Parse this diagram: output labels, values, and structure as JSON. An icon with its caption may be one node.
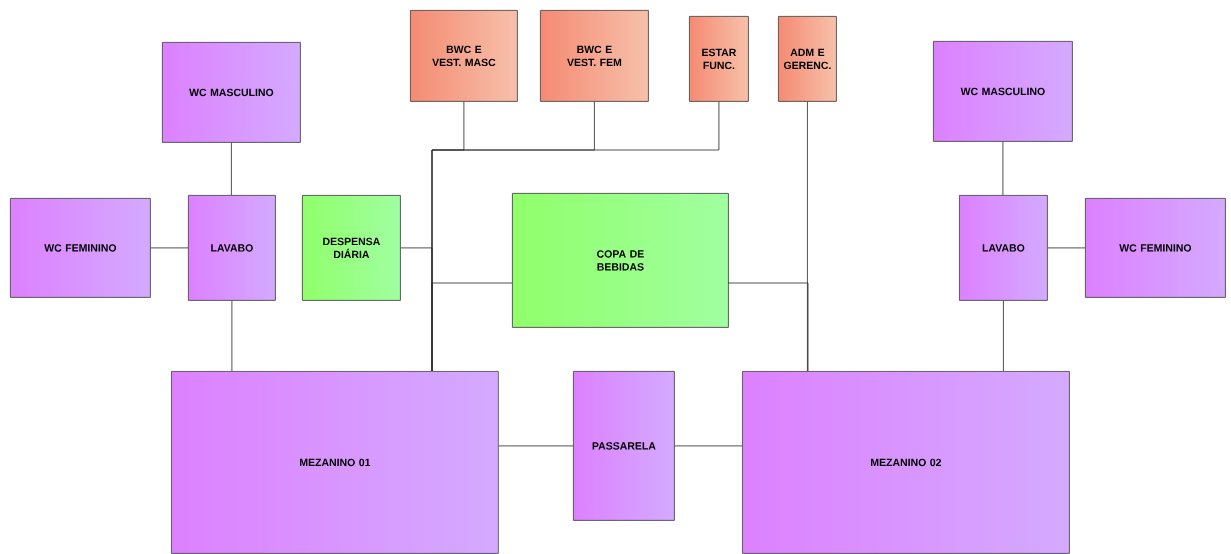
{
  "diagram": {
    "nodes": [
      {
        "text": [
          "WC MASCULINO"
        ]
      },
      {
        "text": [
          "WC FEMININO"
        ]
      },
      {
        "text": [
          "LAVABO"
        ]
      },
      {
        "text": [
          "BWC E VEST. MASC"
        ]
      },
      {
        "text": [
          "BWC E VEST. FEM"
        ]
      },
      {
        "text": [
          "ESTAR FUNC."
        ]
      },
      {
        "text": [
          "ADM E GERENC."
        ]
      },
      {
        "text": [
          "WC MASCULINO"
        ]
      },
      {
        "text": [
          "DESPENSA DIÁRIA"
        ]
      },
      {
        "text": [
          "COPA DE BEBIDAS"
        ]
      },
      {
        "text": [
          "LAVABO"
        ]
      },
      {
        "text": [
          "WC FEMININO"
        ]
      },
      {
        "text": [
          "MEZANINO 01"
        ]
      },
      {
        "text": [
          "PASSARELA"
        ]
      },
      {
        "text": [
          "MEZANINO 02"
        ]
      }
    ],
    "edges": [
      {
        "from": 0,
        "to": 2,
        "arrow": "none"
      },
      {
        "from": 1,
        "to": 2,
        "arrow": "none"
      },
      {
        "from": 2,
        "to": 12,
        "arrow": "none"
      },
      {
        "from": 3,
        "to": 12,
        "arrow": "none"
      },
      {
        "from": 4,
        "to": 12,
        "arrow": "none"
      },
      {
        "from": 5,
        "to": 12,
        "arrow": "none"
      },
      {
        "from": 6,
        "to": 14,
        "arrow": "none"
      },
      {
        "from": 8,
        "to": 12,
        "arrow": "none"
      },
      {
        "from": 9,
        "to": 12,
        "arrow": "none"
      },
      {
        "from": 9,
        "to": 14,
        "arrow": "none"
      },
      {
        "from": 7,
        "to": 10,
        "arrow": "none"
      },
      {
        "from": 10,
        "to": 11,
        "arrow": "none"
      },
      {
        "from": 10,
        "to": 14,
        "arrow": "none"
      },
      {
        "from": 12,
        "to": 13,
        "arrow": "none"
      },
      {
        "from": 13,
        "to": 14,
        "arrow": "none"
      }
    ]
  }
}
